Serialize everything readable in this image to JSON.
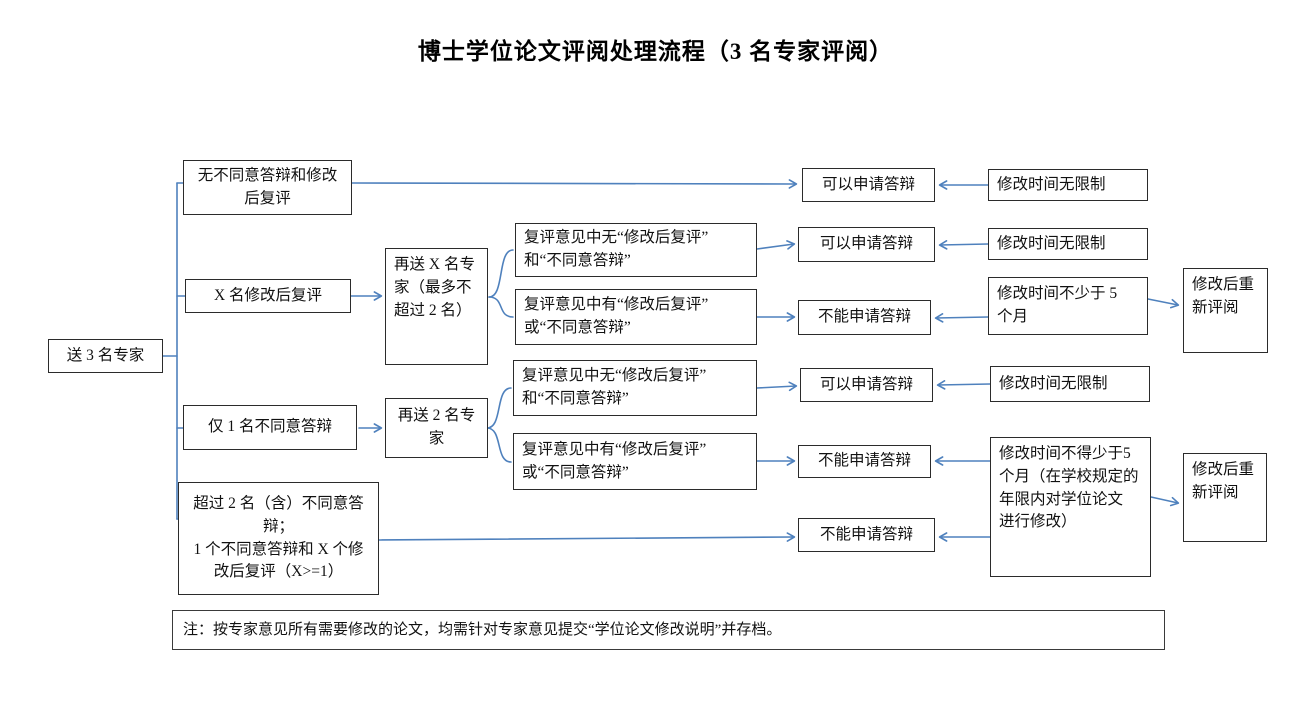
{
  "title": "博士学位论文评阅处理流程（3 名专家评阅）",
  "colors": {
    "line_blue": "#4f81bd",
    "box_border": "#2b2b2b",
    "text": "#111111",
    "background": "#ffffff"
  },
  "nodes": [
    {
      "id": "start",
      "label": "送 3 名专家"
    },
    {
      "id": "cond-none",
      "label": "无不同意答辩和修改\n后复评"
    },
    {
      "id": "cond-x-revise",
      "label": "X 名修改后复评"
    },
    {
      "id": "cond-one-disagree",
      "label": "仅 1 名不同意答辩"
    },
    {
      "id": "cond-two-disagree",
      "label": "超过 2 名（含）不同意答\n辩；\n1 个不同意答辩和 X 个修\n改后复评（X>=1）"
    },
    {
      "id": "resend-x",
      "label": "再送 X 名专\n家（最多不\n超过 2 名）"
    },
    {
      "id": "resend-2",
      "label": "再送 2 名专\n家"
    },
    {
      "id": "review-none-a",
      "label": "复评意见中无“修改后复评”\n和“不同意答辩”"
    },
    {
      "id": "review-has-a",
      "label": "复评意见中有“修改后复评”\n或“不同意答辩”"
    },
    {
      "id": "review-none-b",
      "label": "复评意见中无“修改后复评”\n和“不同意答辩”"
    },
    {
      "id": "review-has-b",
      "label": "复评意见中有“修改后复评”\n或“不同意答辩”"
    },
    {
      "id": "result-can-1",
      "label": "可以申请答辩"
    },
    {
      "id": "result-can-2",
      "label": "可以申请答辩"
    },
    {
      "id": "result-cannot-1",
      "label": "不能申请答辩"
    },
    {
      "id": "result-can-3",
      "label": "可以申请答辩"
    },
    {
      "id": "result-cannot-2",
      "label": "不能申请答辩"
    },
    {
      "id": "result-cannot-3",
      "label": "不能申请答辩"
    },
    {
      "id": "time-unlimited-1",
      "label": "修改时间无限制"
    },
    {
      "id": "time-unlimited-2",
      "label": "修改时间无限制"
    },
    {
      "id": "time-min5",
      "label": "修改时间不少于 5\n个月"
    },
    {
      "id": "time-unlimited-3",
      "label": "修改时间无限制"
    },
    {
      "id": "time-min5-detail",
      "label": "修改时间不得少于5\n个月（在学校规定的\n年限内对学位论文\n进行修改）"
    },
    {
      "id": "redo-review-1",
      "label": "修改后重\n新评阅"
    },
    {
      "id": "redo-review-2",
      "label": "修改后重\n新评阅"
    },
    {
      "id": "note",
      "label": "注：按专家意见所有需要修改的论文，均需针对专家意见提交“学位论文修改说明”并存档。"
    }
  ]
}
